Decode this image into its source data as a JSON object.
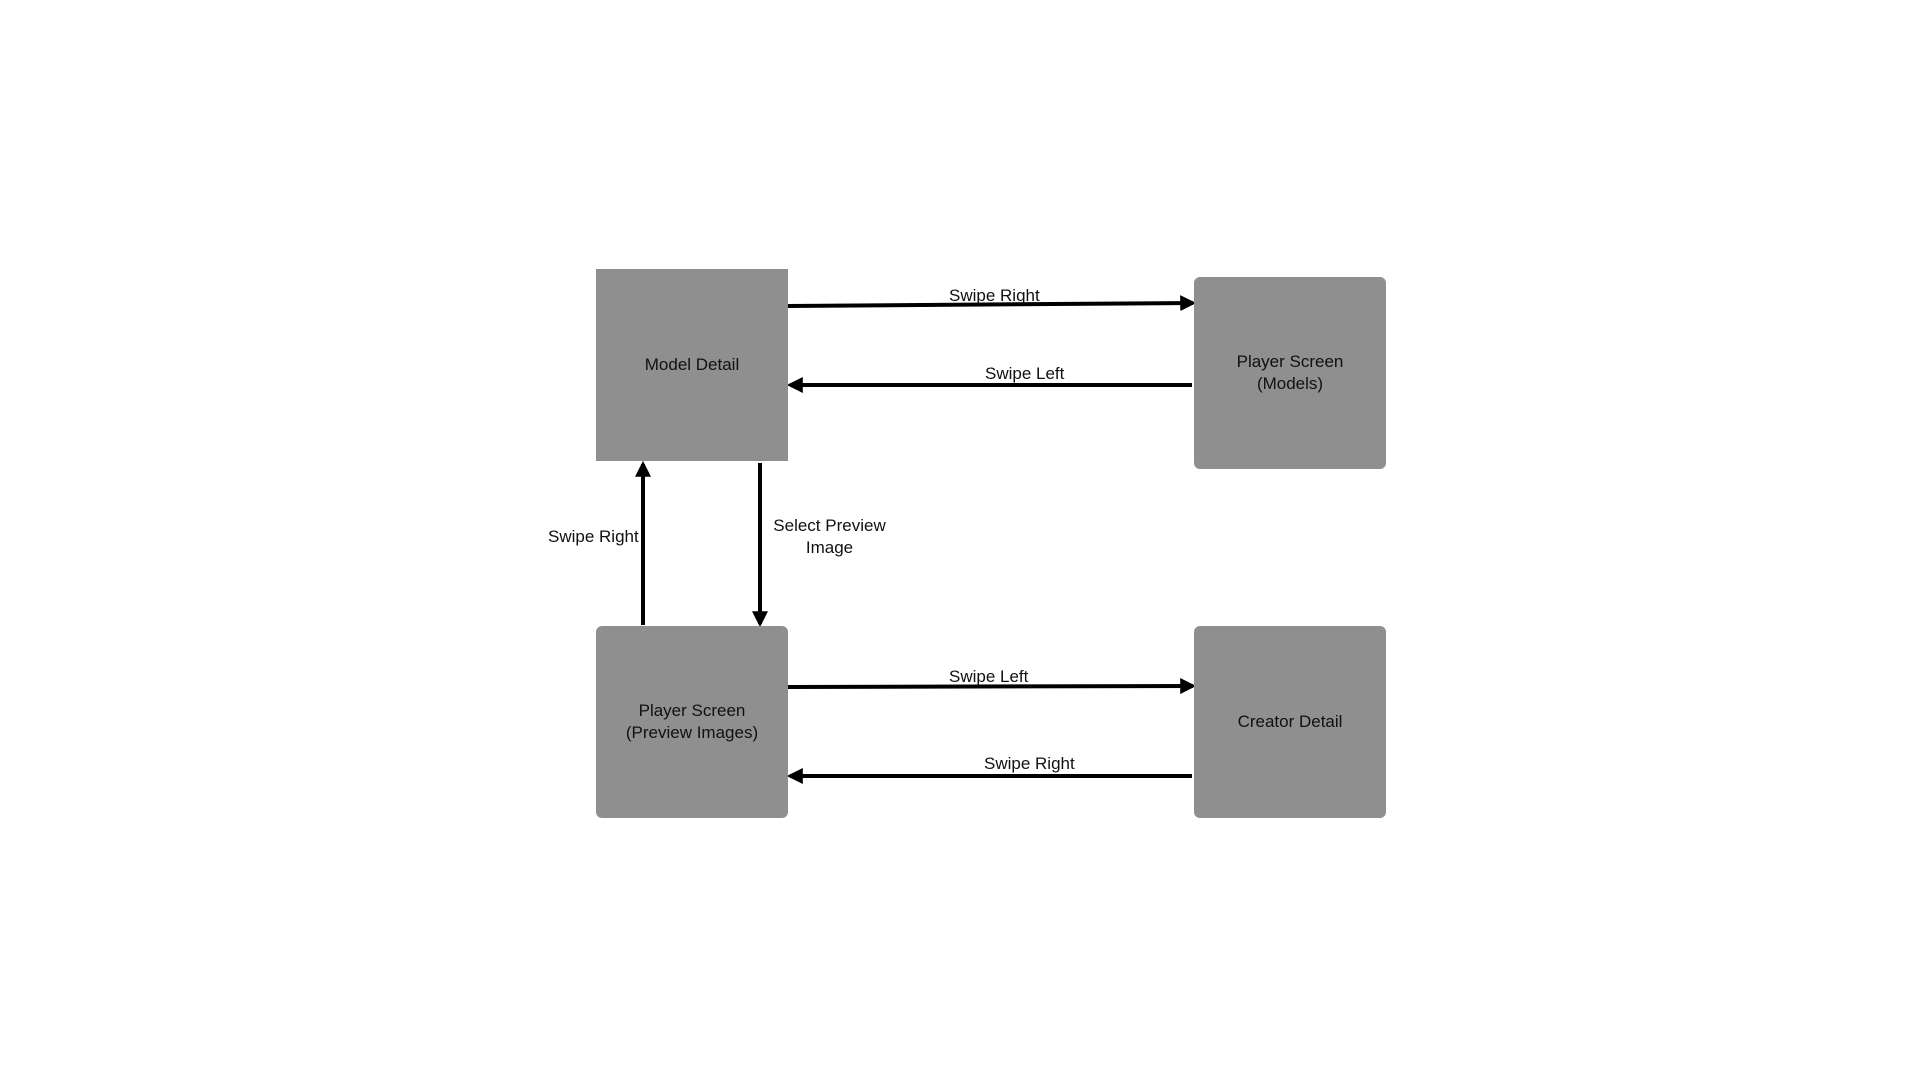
{
  "nodes": {
    "model_detail": {
      "line1": "Model Detail"
    },
    "player_models": {
      "line1": "Player Screen",
      "line2": "(Models)"
    },
    "player_preview": {
      "line1": "Player Screen",
      "line2": "(Preview Images)"
    },
    "creator_detail": {
      "line1": "Creator Detail"
    }
  },
  "edges": {
    "model_to_player_models": "Swipe Right",
    "player_models_to_model": "Swipe Left",
    "preview_to_model": "Swipe Right",
    "model_to_preview": {
      "line1": "Select Preview",
      "line2": "Image"
    },
    "preview_to_creator": "Swipe Left",
    "creator_to_preview": "Swipe Right"
  },
  "colors": {
    "node_fill": "#8f8f8f",
    "arrow": "#000000",
    "text": "#111111"
  }
}
